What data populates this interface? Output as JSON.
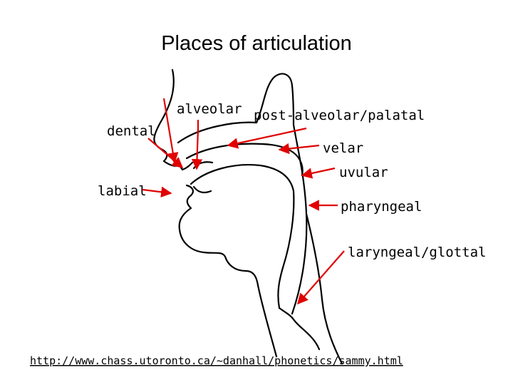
{
  "title": "Places of articulation",
  "labels": {
    "dental": "dental",
    "alveolar": "alveolar",
    "post_alveolar_palatal": "post-alveolar/palatal",
    "velar": "velar",
    "labial": "labial",
    "uvular": "uvular",
    "pharyngeal": "pharyngeal",
    "laryngeal_glottal": "laryngeal/glottal"
  },
  "source_link": "http://www.chass.utoronto.ca/~danhall/phonetics/sammy.html",
  "colors": {
    "arrow": "#e00000",
    "outline": "#000000",
    "background": "#ffffff"
  }
}
